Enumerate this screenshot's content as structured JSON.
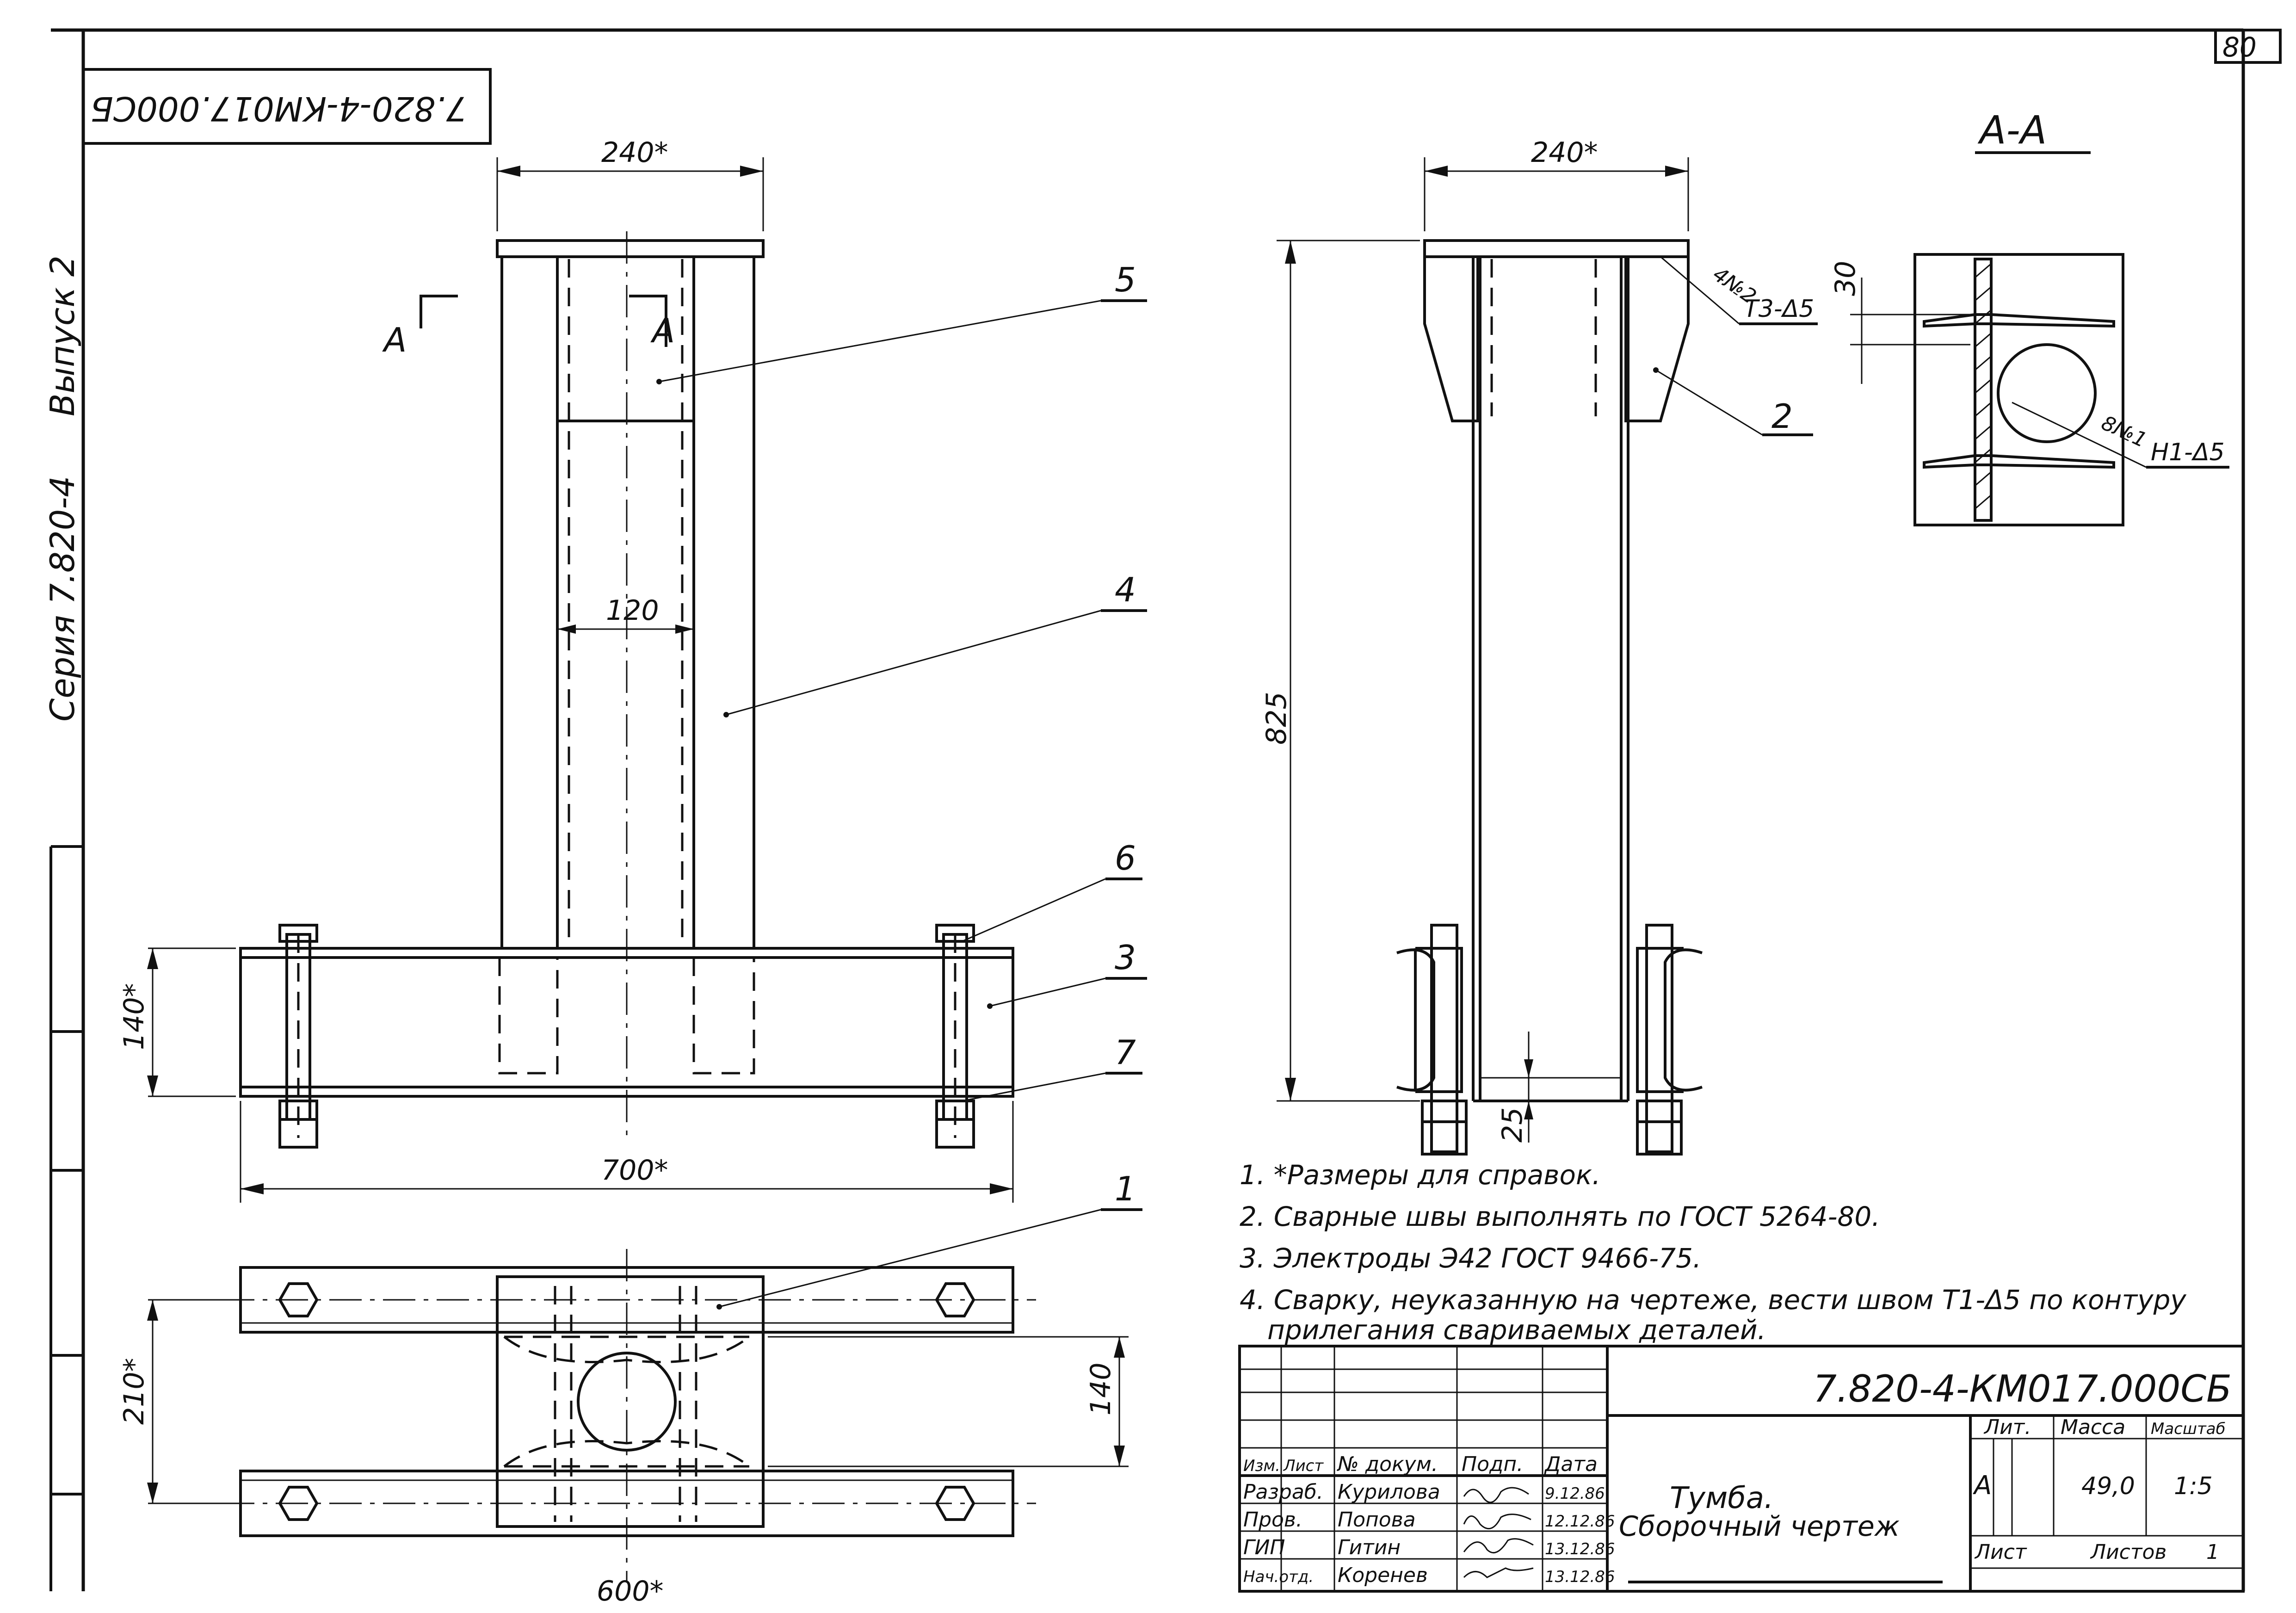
{
  "sheet": {
    "page_number": "80",
    "stamp_code": "7.820-4-КМ017.000СБ",
    "series": "Серия 7.820-4",
    "issue": "Выпуск 2"
  },
  "front_view": {
    "section_marker": "A",
    "dims": {
      "top_width": "240*",
      "inner_width": "120",
      "height": "140*",
      "length": "700*"
    },
    "callouts": [
      "5",
      "4",
      "6",
      "3",
      "7"
    ]
  },
  "plan_view": {
    "dims": {
      "width": "210*",
      "inner": "140",
      "length": "600*"
    },
    "callouts": [
      "1"
    ]
  },
  "side_view": {
    "dims": {
      "top_width": "240*",
      "height": "825",
      "bottom": "25"
    },
    "weld": {
      "mark": "4№2",
      "spec": "Т3-Δ5"
    },
    "callouts": [
      "2"
    ]
  },
  "section": {
    "title": "А-А",
    "dim": "30",
    "weld": {
      "mark": "8№1",
      "spec": "Н1-Δ5"
    }
  },
  "notes": [
    "1. *Размеры для справок.",
    "2. Сварные швы выполнять по ГОСТ 5264-80.",
    "3. Электроды Э42 ГОСТ 9466-75.",
    "4. Сварку, неуказанную на чертеже, вести швом Т1-Δ5 по контуру",
    "прилегания свариваемых деталей."
  ],
  "title_block": {
    "document_code": "7.820-4-КМ017.000СБ",
    "name_line1": "Тумба.",
    "name_line2": "Сборочный чертеж",
    "headers": [
      "Изм.",
      "Лист",
      "№ докум.",
      "Подп.",
      "Дата"
    ],
    "rows": [
      {
        "role": "Разраб.",
        "name": "Курилова",
        "date": "9.12.86"
      },
      {
        "role": "Пров.",
        "name": "Попова",
        "date": "12.12.86"
      },
      {
        "role": "ГИП",
        "name": "Гитин",
        "date": "13.12.86"
      },
      {
        "role": "Нач.отд.",
        "name": "Коренев",
        "date": "13.12.86"
      }
    ],
    "lit_label": "Лит.",
    "mass_label": "Масса",
    "scale_label": "Масштаб",
    "lit_value": "А",
    "mass_value": "49,0",
    "scale_value": "1:5",
    "sheet_label": "Лист",
    "sheets_label": "Листов",
    "sheets_value": "1"
  }
}
